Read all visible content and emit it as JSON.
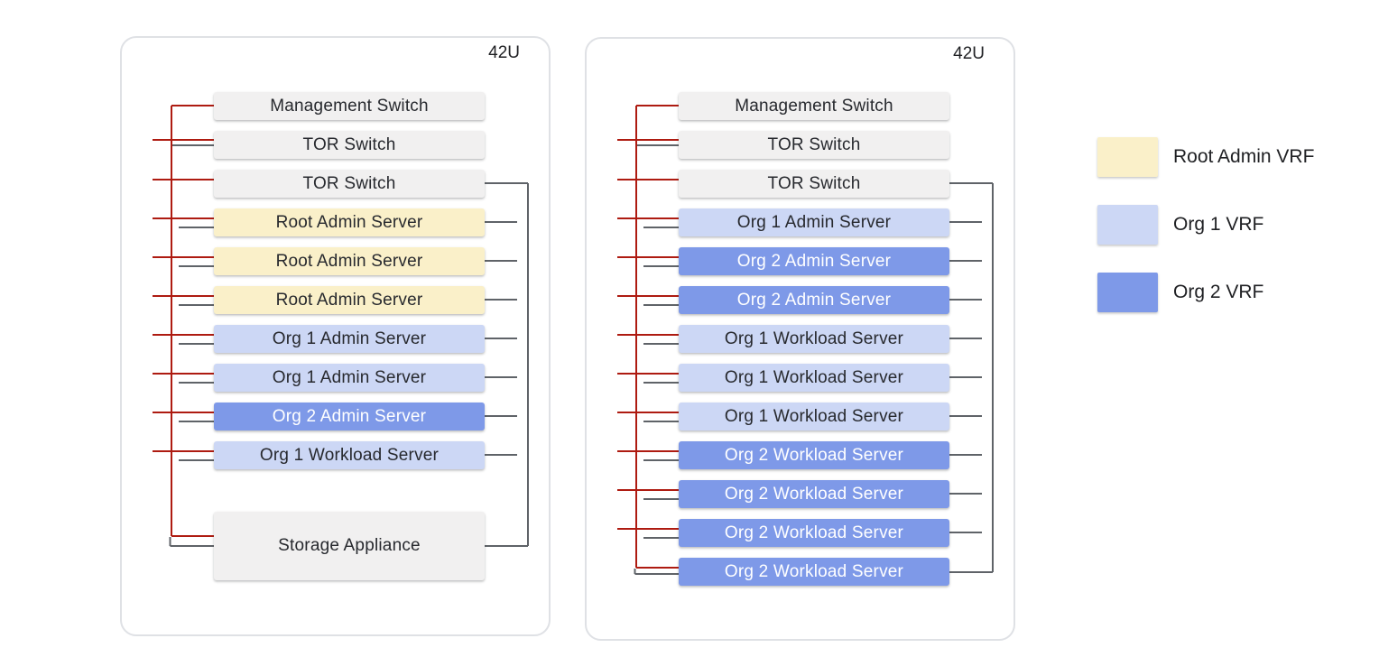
{
  "colors": {
    "rack_border": "#dfe1e5",
    "switch_fill": "#f1f0f0",
    "root_admin_fill": "#faf0c9",
    "org1_fill": "#ccd7f5",
    "org2_fill": "#7e99e8",
    "storage_fill": "#f1f0f0",
    "mgmt_line": "#ae1b11",
    "data_line": "#5f6368",
    "text_dark": "#27292e",
    "text_light": "#ffffff",
    "label_color": "#202124"
  },
  "racks": [
    {
      "label": "42U",
      "items": [
        {
          "label": "Management Switch",
          "type": "switch"
        },
        {
          "label": "TOR Switch",
          "type": "switch"
        },
        {
          "label": "TOR Switch",
          "type": "switch"
        },
        {
          "label": "Root Admin Server",
          "type": "root-admin"
        },
        {
          "label": "Root Admin Server",
          "type": "root-admin"
        },
        {
          "label": "Root Admin Server",
          "type": "root-admin"
        },
        {
          "label": "Org 1 Admin Server",
          "type": "org1"
        },
        {
          "label": "Org 1 Admin Server",
          "type": "org1"
        },
        {
          "label": "Org 2 Admin Server",
          "type": "org2"
        },
        {
          "label": "Org 1 Workload Server",
          "type": "org1"
        },
        {
          "label": "Storage Appliance",
          "type": "storage"
        }
      ]
    },
    {
      "label": "42U",
      "items": [
        {
          "label": "Management Switch",
          "type": "switch"
        },
        {
          "label": "TOR Switch",
          "type": "switch"
        },
        {
          "label": "TOR Switch",
          "type": "switch"
        },
        {
          "label": "Org 1 Admin Server",
          "type": "org1"
        },
        {
          "label": "Org 2 Admin Server",
          "type": "org2"
        },
        {
          "label": "Org 2 Admin Server",
          "type": "org2"
        },
        {
          "label": "Org 1 Workload Server",
          "type": "org1"
        },
        {
          "label": "Org 1 Workload Server",
          "type": "org1"
        },
        {
          "label": "Org 1 Workload Server",
          "type": "org1"
        },
        {
          "label": "Org 2 Workload Server",
          "type": "org2"
        },
        {
          "label": "Org 2 Workload Server",
          "type": "org2"
        },
        {
          "label": "Org 2 Workload Server",
          "type": "org2"
        },
        {
          "label": "Org 2 Workload Server",
          "type": "org2"
        }
      ]
    }
  ],
  "legend": [
    {
      "label": "Root Admin VRF",
      "color": "#faf0c9"
    },
    {
      "label": "Org 1 VRF",
      "color": "#ccd7f5"
    },
    {
      "label": "Org 2 VRF",
      "color": "#7e99e8"
    }
  ]
}
